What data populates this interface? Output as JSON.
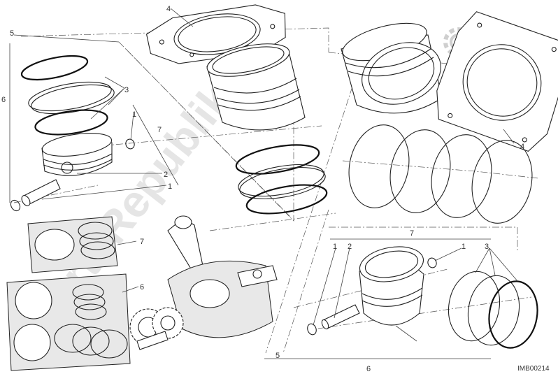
{
  "diagram": {
    "reference_code": "IMB00214",
    "watermark_text": "PartsRepublik",
    "watermark_icon": "gear-icon",
    "callouts": {
      "c1a": "1",
      "c1b": "1",
      "c1c": "1",
      "c1d": "1",
      "c2a": "2",
      "c2b": "2",
      "c3a": "3",
      "c3b": "3",
      "c4a": "4",
      "c4b": "4",
      "c5a": "5",
      "c5b": "5",
      "c6a": "6",
      "c6b": "6",
      "c6c": "6",
      "c7a": "7",
      "c7b": "7",
      "c7c": "7"
    }
  }
}
